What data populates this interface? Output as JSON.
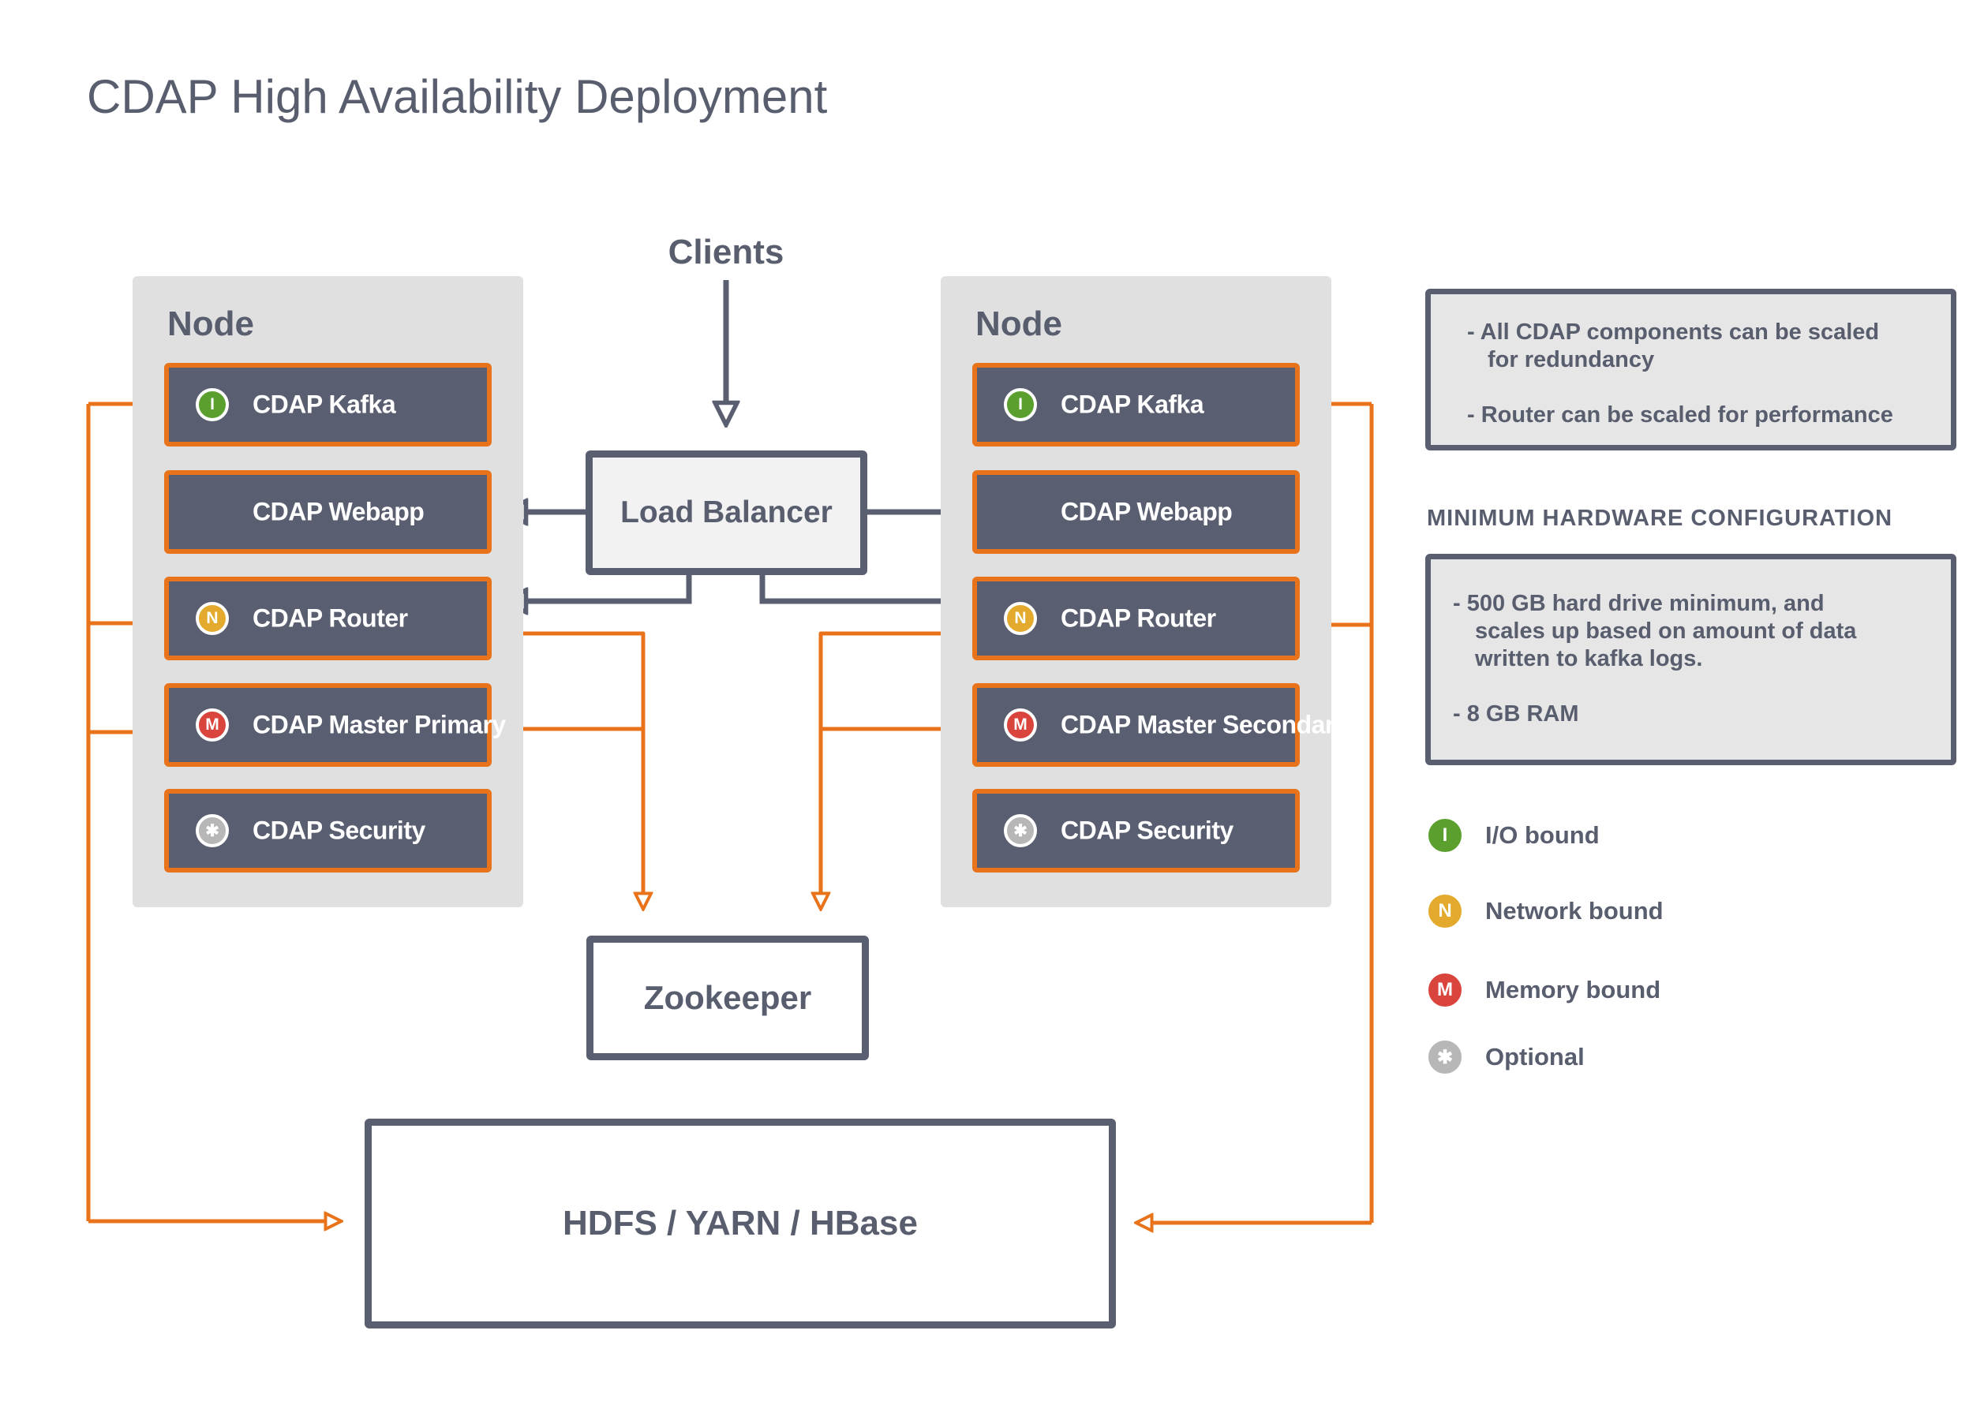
{
  "title": "CDAP High Availability Deployment",
  "clients_label": "Clients",
  "load_balancer_label": "Load Balancer",
  "zookeeper_label": "Zookeeper",
  "storage_label": "HDFS / YARN / HBase",
  "colors": {
    "component_fill": "#595e70",
    "component_border": "#e8731a",
    "node_panel": "#e0e0e0",
    "arrow_dark": "#595e70",
    "arrow_orange": "#e8731a",
    "io_bound": "#5b9f2e",
    "network_bound": "#e4aa2d",
    "memory_bound": "#d9443d",
    "optional": "#b7b7b7"
  },
  "left_node": {
    "label": "Node",
    "components": [
      {
        "name": "CDAP Kafka",
        "badge": "I"
      },
      {
        "name": "CDAP Webapp",
        "badge": ""
      },
      {
        "name": "CDAP Router",
        "badge": "N"
      },
      {
        "name": "CDAP Master Primary",
        "badge": "M"
      },
      {
        "name": "CDAP Security",
        "badge": "✱"
      }
    ]
  },
  "right_node": {
    "label": "Node",
    "components": [
      {
        "name": "CDAP Kafka",
        "badge": "I"
      },
      {
        "name": "CDAP Webapp",
        "badge": ""
      },
      {
        "name": "CDAP Router",
        "badge": "N"
      },
      {
        "name": "CDAP Master Secondary",
        "badge": "M"
      },
      {
        "name": "CDAP Security",
        "badge": "✱"
      }
    ]
  },
  "notes": {
    "scaling": [
      "- All CDAP components can be scaled",
      "for redundancy",
      "- Router can be scaled for performance"
    ],
    "hardware_title": "MINIMUM HARDWARE CONFIGURATION",
    "hardware": [
      "- 500 GB hard drive minimum, and",
      "scales up based on amount of data",
      "written to kafka logs.",
      "- 8 GB RAM"
    ]
  },
  "legend": [
    {
      "badge": "I",
      "label": "I/O bound",
      "icon": "io-bound-icon"
    },
    {
      "badge": "N",
      "label": "Network bound",
      "icon": "network-bound-icon"
    },
    {
      "badge": "M",
      "label": "Memory bound",
      "icon": "memory-bound-icon"
    },
    {
      "badge": "✱",
      "label": "Optional",
      "icon": "optional-icon"
    }
  ]
}
